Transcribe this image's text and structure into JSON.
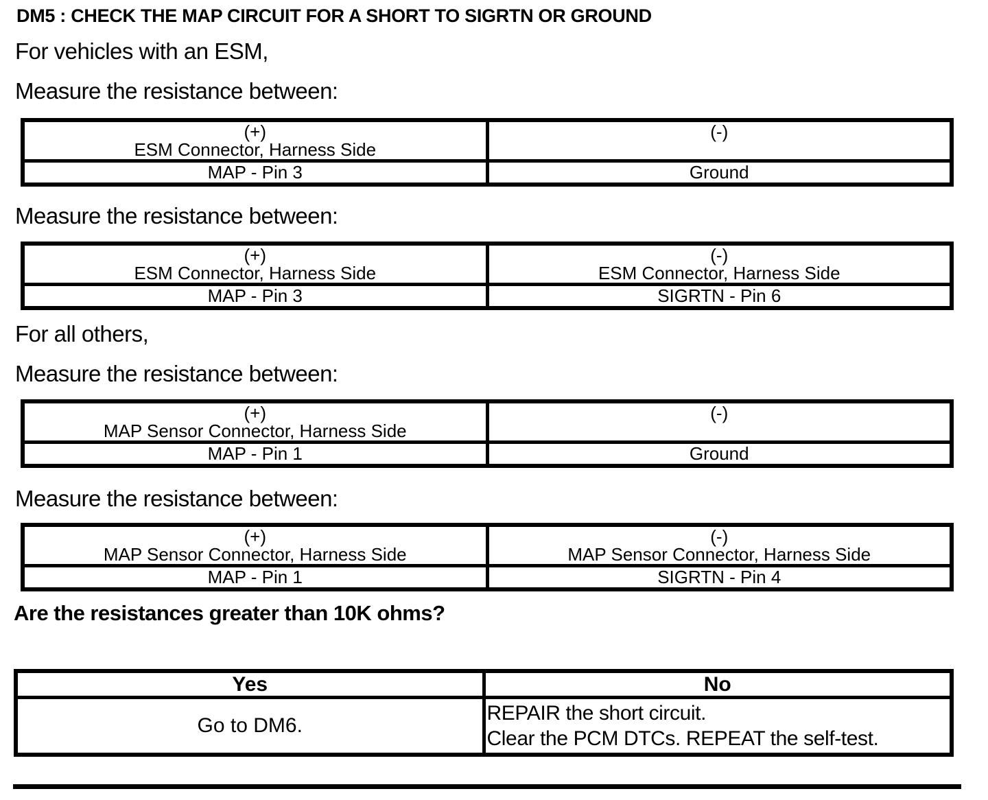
{
  "colors": {
    "text": "#000000",
    "background": "#ffffff",
    "border": "#000000"
  },
  "doc": {
    "title": "DM5 : CHECK THE MAP CIRCUIT FOR A SHORT TO SIGRTN OR GROUND",
    "intro_esm": "For vehicles with an ESM,",
    "intro_others": "For all others,",
    "measure_label": "Measure the resistance between:",
    "question": "Are the resistances greater than 10K ohms?"
  },
  "measurement_tables": [
    {
      "plus_header": "(+)",
      "plus_connector": "ESM Connector, Harness Side",
      "minus_header": "(-)",
      "minus_connector": "",
      "plus_value": "MAP - Pin 3",
      "minus_value": "Ground"
    },
    {
      "plus_header": "(+)",
      "plus_connector": "ESM Connector, Harness Side",
      "minus_header": "(-)",
      "minus_connector": "ESM Connector, Harness Side",
      "plus_value": "MAP - Pin 3",
      "minus_value": "SIGRTN - Pin 6"
    },
    {
      "plus_header": "(+)",
      "plus_connector": "MAP Sensor Connector, Harness Side",
      "minus_header": "(-)",
      "minus_connector": "",
      "plus_value": "MAP - Pin 1",
      "minus_value": "Ground"
    },
    {
      "plus_header": "(+)",
      "plus_connector": "MAP Sensor Connector, Harness Side",
      "minus_header": "(-)",
      "minus_connector": "MAP Sensor Connector, Harness Side",
      "plus_value": "MAP - Pin 1",
      "minus_value": "SIGRTN - Pin 4"
    }
  ],
  "decision_table": {
    "yes_header": "Yes",
    "no_header": "No",
    "yes_action": "Go to DM6.",
    "no_action_line1": "REPAIR the short circuit.",
    "no_action_line2": "Clear the PCM DTCs. REPEAT the self-test."
  }
}
